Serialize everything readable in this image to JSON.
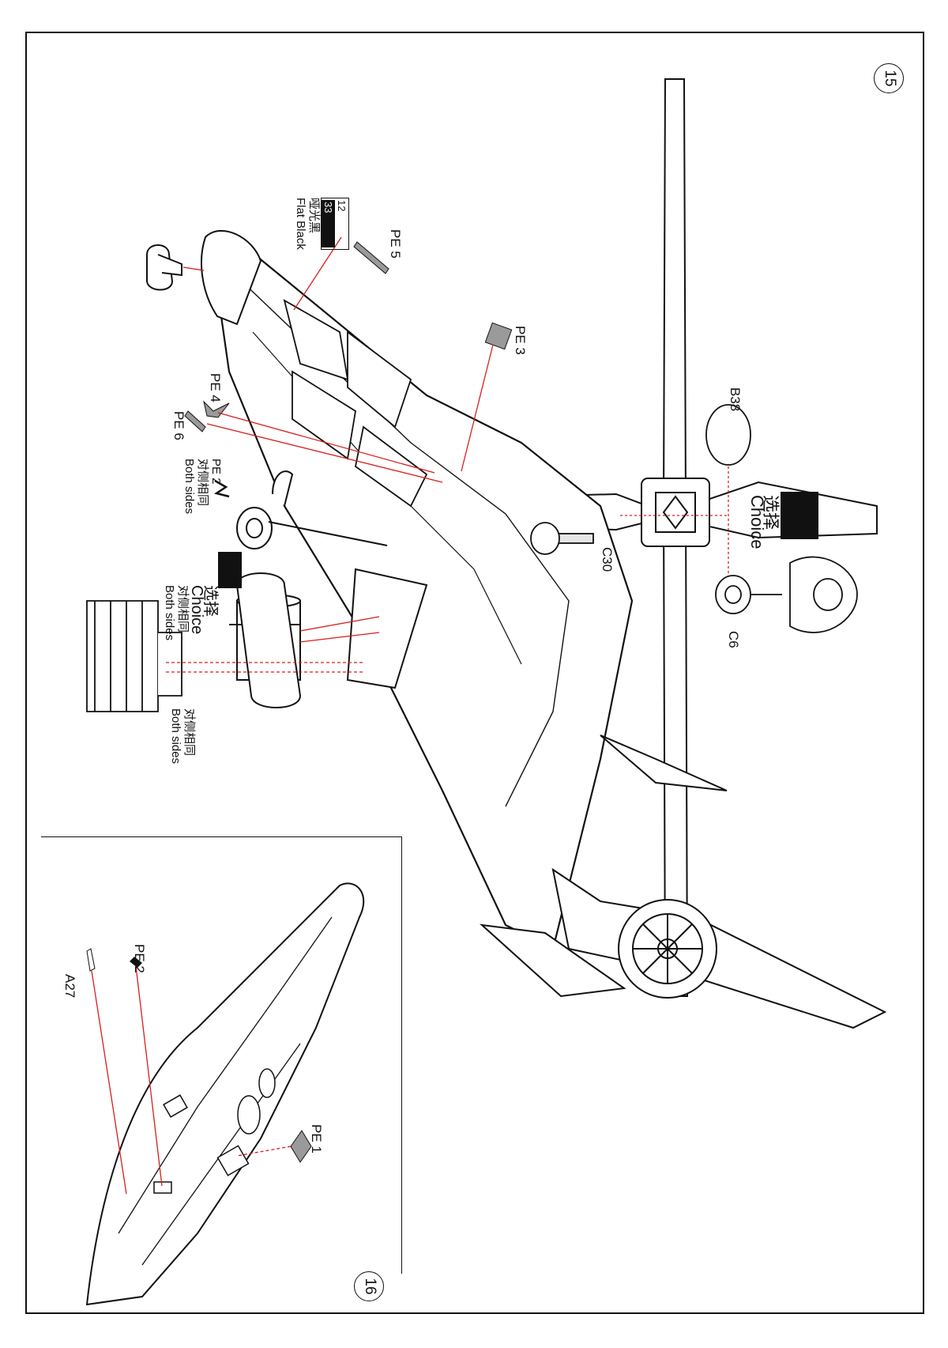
{
  "steps": {
    "step15": "15",
    "step16": "16"
  },
  "labels": {
    "pe5": "PE 5",
    "paint_code_a": "12",
    "paint_code_b": "33",
    "paint_cn": "哑光黑",
    "paint_en": "Flat Black",
    "pe3": "PE 3",
    "pe4": "PE 4",
    "pe6": "PE 6",
    "pe2_top": "PE 2",
    "both_cn": "对侧相同",
    "both_en": "Both sides",
    "choice_cn": "选择",
    "choice_en": "Choice",
    "b38": "B38",
    "c30": "C30",
    "c6": "C6",
    "pe2_inset": "PE 2",
    "a27": "A27",
    "pe1": "PE 1"
  },
  "colors": {
    "callout": "#d81e1e",
    "outline": "#111111",
    "part_fill": "#e6e6e6",
    "pe_fill": "#9a9a9a"
  }
}
